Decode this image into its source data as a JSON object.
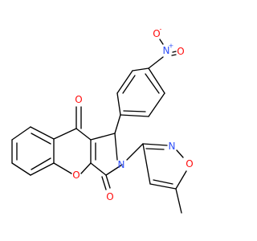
{
  "molecule": {
    "colors": {
      "bond": "#000000",
      "oxygen": "#ff0d0d",
      "nitrogen": "#3050f8",
      "background": "#ffffff"
    },
    "atom_labels": {
      "nitro_o_top": "O",
      "nitro_o_top_charge": "-",
      "nitro_n": "N",
      "nitro_n_charge": "+",
      "nitro_o_right": "O",
      "ketone_o_upper": "O",
      "ring_n": "N",
      "isoxazole_n": "N",
      "isoxazole_o": "O",
      "pyran_o": "O",
      "lactam_o": "O"
    }
  }
}
